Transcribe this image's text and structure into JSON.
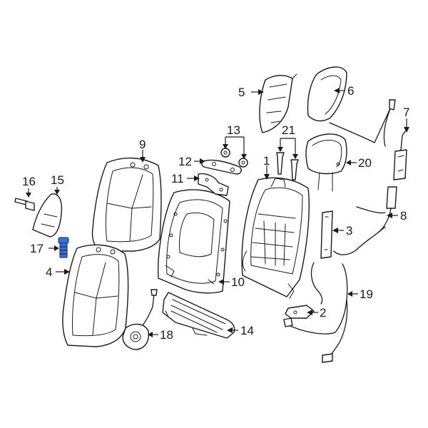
{
  "diagram": {
    "callouts": {
      "c1": "1",
      "c2": "2",
      "c3": "3",
      "c4": "4",
      "c5": "5",
      "c6": "6",
      "c7": "7",
      "c8": "8",
      "c9": "9",
      "c10": "10",
      "c11": "11",
      "c12": "12",
      "c13": "13",
      "c14": "14",
      "c15": "15",
      "c16": "16",
      "c17": "17",
      "c18": "18",
      "c19": "19",
      "c20": "20",
      "c21": "21"
    },
    "highlighted_part": "17",
    "highlight_color": "#3a6fd8"
  }
}
